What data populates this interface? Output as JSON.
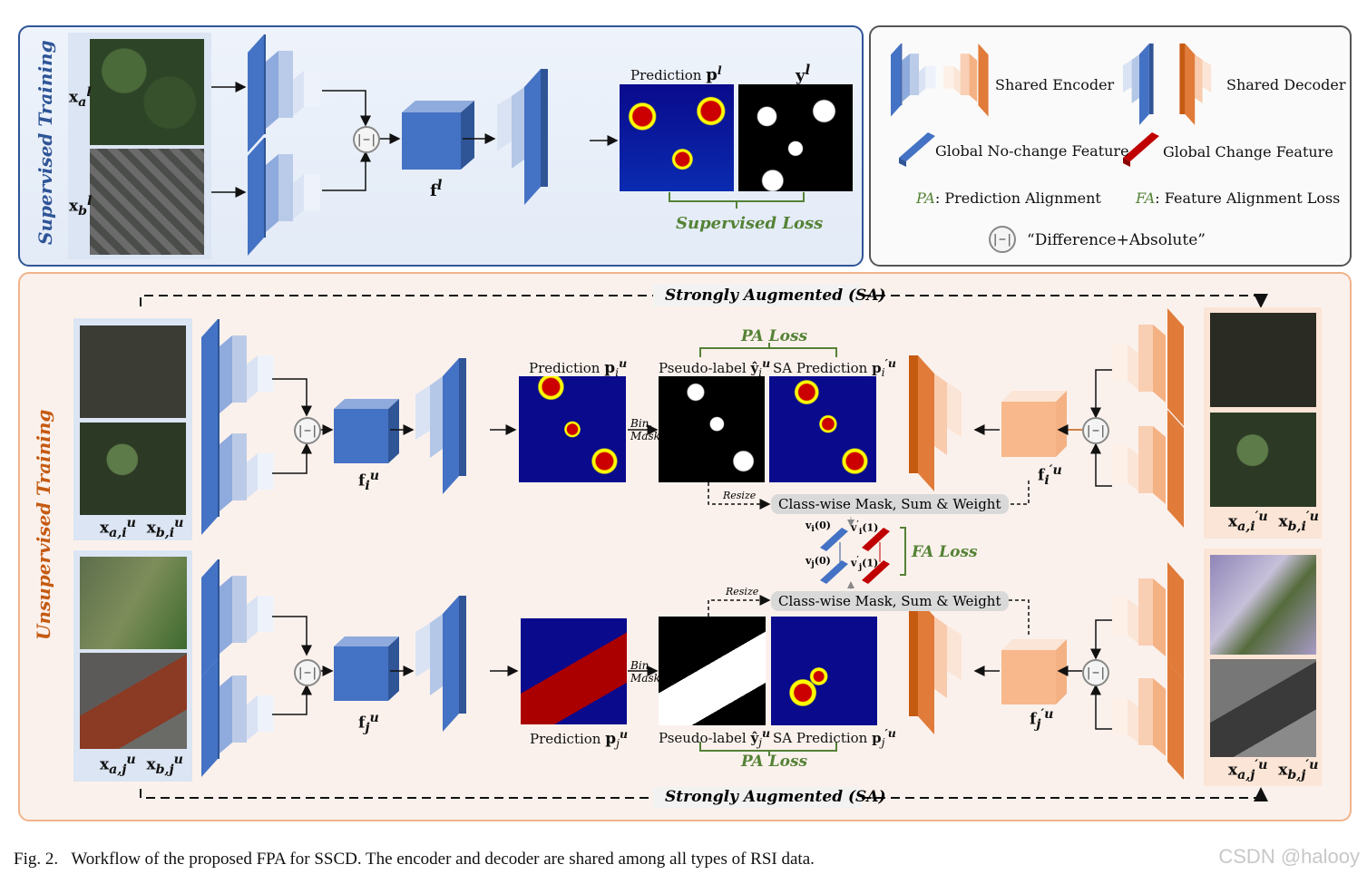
{
  "supervised": {
    "title": "Supervised Training",
    "input_a": "x",
    "input_a_sub": "a",
    "input_a_sup": "l",
    "input_b": "x",
    "input_b_sub": "b",
    "input_b_sup": "l",
    "feature": "f",
    "feature_sup": "l",
    "prediction_label": "Prediction",
    "prediction_symbol": "p",
    "prediction_sup": "l",
    "gt_symbol": "y",
    "gt_sup": "l",
    "loss": "Supervised Loss"
  },
  "legend": {
    "shared_encoder": "Shared Encoder",
    "shared_decoder": "Shared Decoder",
    "global_nochange": "Global No-change Feature",
    "global_change": "Global Change Feature",
    "pa_abbr": "PA",
    "pa_text": ": Prediction Alignment",
    "fa_abbr": "FA",
    "fa_text": ": Feature Alignment Loss",
    "diff_abs": "“Difference+Absolute”",
    "diff_symbol": "|−|"
  },
  "unsupervised": {
    "title": "Unsupervised Training",
    "sa_top": "Strongly Augmented (SA)",
    "sa_bottom": "Strongly Augmented (SA)",
    "pa_loss_top": "PA Loss",
    "pa_loss_bottom": "PA Loss",
    "fa_loss": "FA Loss",
    "row_i": {
      "input_a": "x",
      "input_a_sub": "a,i",
      "input_b": "x",
      "input_b_sub": "b,i",
      "inputs_sup": "u",
      "feature": "f",
      "feature_sub": "i",
      "feature_sup": "u",
      "prediction_label": "Prediction",
      "prediction_symbol": "p",
      "prediction_sub": "i",
      "prediction_sup": "u",
      "bin_mask_1": "Bin.",
      "bin_mask_2": "Mask",
      "pseudo_label": "Pseudo-label",
      "pseudo_symbol": "ŷ",
      "pseudo_sub": "i",
      "pseudo_sup": "u",
      "sa_prediction": "SA Prediction",
      "sa_pred_symbol": "p",
      "sa_pred_sub": "i",
      "sa_pred_sup": "′u",
      "resize": "Resize",
      "classwise": "Class-wise Mask, Sum & Weight",
      "sa_feature": "f",
      "sa_feature_sub": "i",
      "sa_feature_sup": "′u",
      "sa_input_a": "x",
      "sa_input_a_sub": "a,i",
      "sa_input_b": "x",
      "sa_input_b_sub": "b,i",
      "sa_inputs_sup": "′u"
    },
    "row_j": {
      "input_a": "x",
      "input_a_sub": "a,j",
      "input_b": "x",
      "input_b_sub": "b,j",
      "inputs_sup": "u",
      "feature": "f",
      "feature_sub": "j",
      "feature_sup": "u",
      "prediction_label": "Prediction",
      "prediction_symbol": "p",
      "prediction_sub": "j",
      "prediction_sup": "u",
      "bin_mask_1": "Bin.",
      "bin_mask_2": "Mask",
      "pseudo_label": "Pseudo-label",
      "pseudo_symbol": "ŷ",
      "pseudo_sub": "j",
      "pseudo_sup": "u",
      "sa_prediction": "SA Prediction",
      "sa_pred_symbol": "p",
      "sa_pred_sub": "j",
      "sa_pred_sup": "′u",
      "resize": "Resize",
      "classwise": "Class-wise Mask, Sum & Weight",
      "sa_feature": "f",
      "sa_feature_sub": "j",
      "sa_feature_sup": "′u",
      "sa_input_a": "x",
      "sa_input_a_sub": "a,j",
      "sa_input_b": "x",
      "sa_input_b_sub": "b,j",
      "sa_inputs_sup": "′u"
    },
    "fa_vectors": {
      "vi0": "v",
      "vi0_sub": "i",
      "vi0_arg": "(0)",
      "vi1": "v",
      "vi1_sub": "i",
      "vi1_sup": "′",
      "vi1_arg": "(1)",
      "vj0": "v",
      "vj0_sub": "j",
      "vj0_arg": "(0)",
      "vj1": "v",
      "vj1_sub": "j",
      "vj1_sup": "′",
      "vj1_arg": "(1)"
    }
  },
  "caption": {
    "prefix": "Fig. 2.",
    "text": "Workflow of the proposed FPA for SSCD. The encoder and decoder are shared among all types of RSI data."
  },
  "watermark": "CSDN @halooy",
  "colors": {
    "blue_dark": "#4472c4",
    "blue_light": "#b4c7e7",
    "orange_dark": "#e07b39",
    "orange_light": "#f8cbad",
    "green_text": "#548235",
    "red_feature": "#c00000"
  }
}
